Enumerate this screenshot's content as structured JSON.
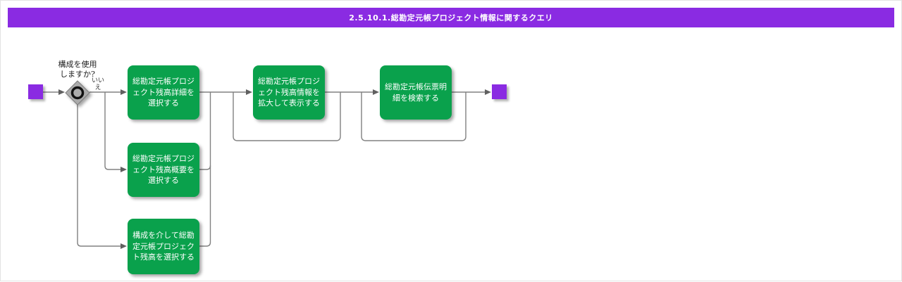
{
  "header": {
    "title": "2.5.10.1.総勘定元帳プロジェクト情報に関するクエリ"
  },
  "flow": {
    "start_node": "start",
    "end_node": "end",
    "decision": {
      "question_line1": "構成を使用",
      "question_line2": "しますか?",
      "branch_label_line1": "いい",
      "branch_label_line2": "え"
    },
    "activities": [
      {
        "id": "select-gl-project-balance-detail",
        "label": "総勘定元帳プロジェクト残高詳細を選択する"
      },
      {
        "id": "select-gl-project-balance-summary",
        "label": "総勘定元帳プロジェクト残高概要を選択する"
      },
      {
        "id": "select-gl-project-balance-via-structure",
        "label": "構成を介して総勘定元帳プロジェクト残高を選択する"
      },
      {
        "id": "zoom-gl-project-balance-info",
        "label": "総勘定元帳プロジェクト残高情報を拡大して表示する"
      },
      {
        "id": "search-gl-journal-detail",
        "label": "総勘定元帳伝票明細を検索する"
      }
    ]
  },
  "colors": {
    "accent_purple": "#8a2be2",
    "activity_green": "#0aa14c",
    "connector_gray": "#808080",
    "arrowhead_gray": "#606060",
    "diamond_gray": "#ababab",
    "background": "#ffffff"
  }
}
